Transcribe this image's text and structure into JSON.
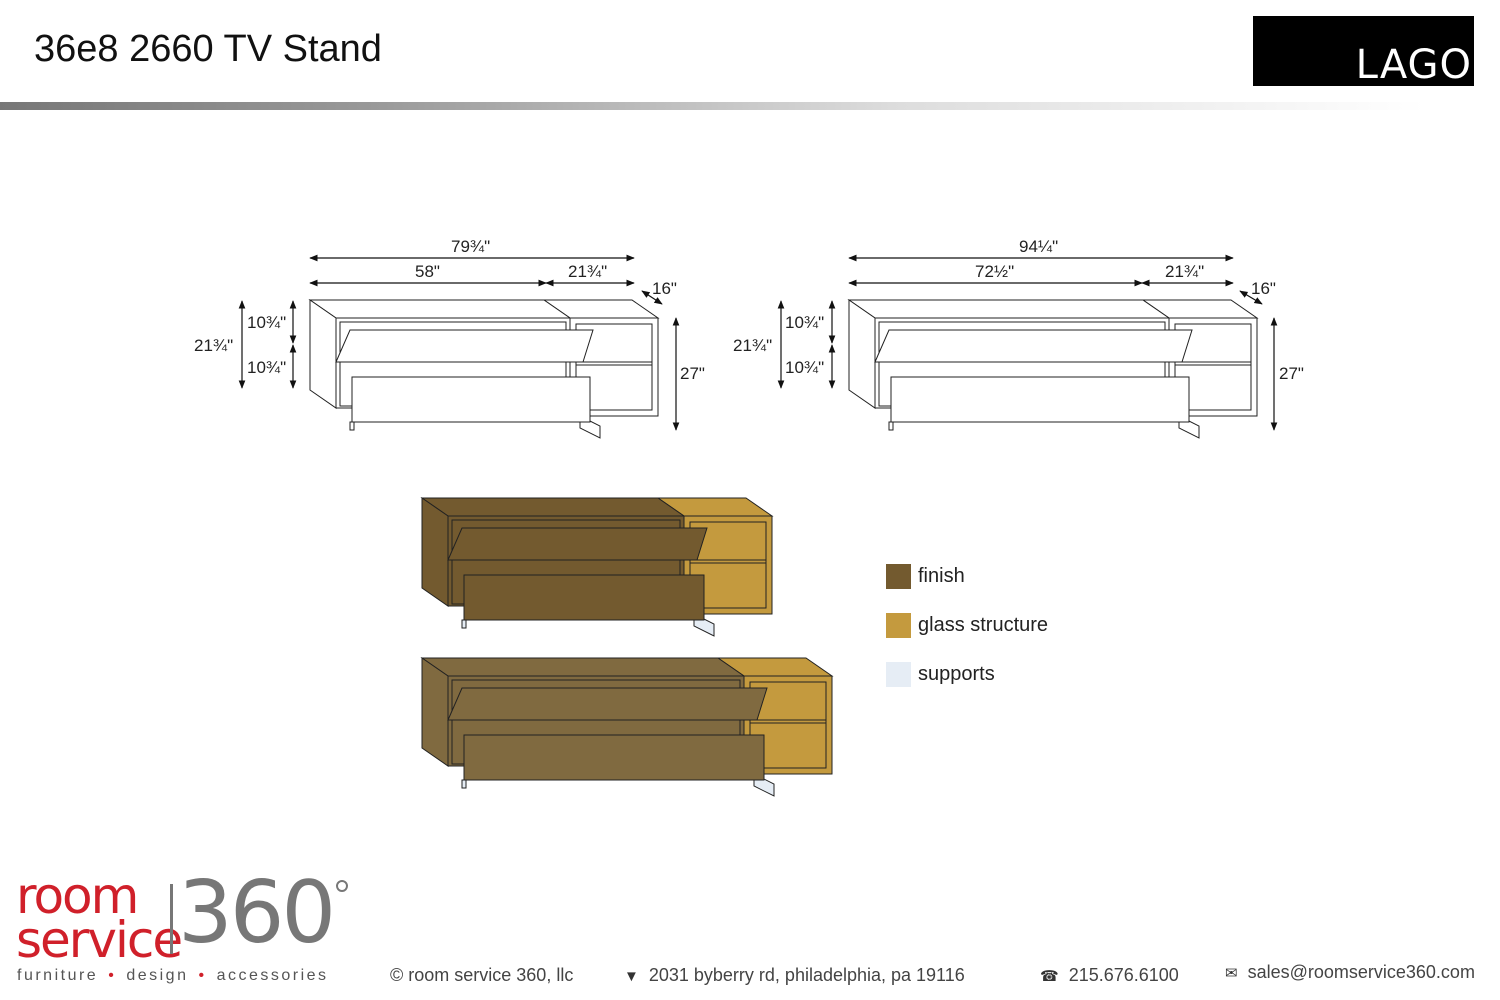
{
  "header": {
    "title": "36e8 2660 TV Stand",
    "brand": "LAGO"
  },
  "diagram_small": {
    "overall_width": "79¾\"",
    "left_width": "58\"",
    "right_width": "21¾\"",
    "depth": "16\"",
    "total_height": "27\"",
    "upper_height": "10¾\"",
    "lower_height": "10¾\"",
    "body_height": "21¾\""
  },
  "diagram_large": {
    "overall_width": "94¼\"",
    "left_width": "72½\"",
    "right_width": "21¾\"",
    "depth": "16\"",
    "total_height": "27\"",
    "upper_height": "10¾\"",
    "lower_height": "10¾\"",
    "body_height": "21¾\""
  },
  "legend": [
    {
      "label": "finish",
      "color": "#735a2f"
    },
    {
      "label": "glass structure",
      "color": "#c49a3e"
    },
    {
      "label": "supports",
      "color": "#e6edf5"
    }
  ],
  "footer": {
    "logo_room": "room",
    "logo_service": "service",
    "logo_360": "360",
    "tagline": [
      "furniture",
      "design",
      "accessories"
    ],
    "copyright": "© room service 360, llc",
    "address": "2031 byberry rd, philadelphia, pa 19116",
    "phone": "215.676.6100",
    "email": "sales@roomservice360.com"
  }
}
